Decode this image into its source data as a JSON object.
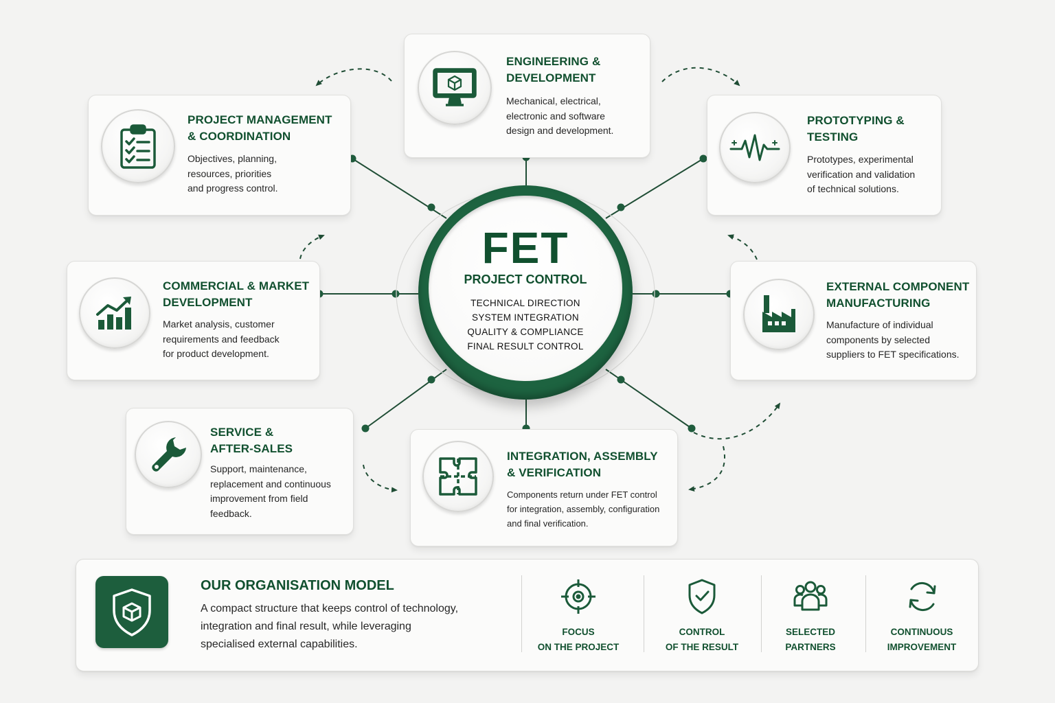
{
  "colors": {
    "accent": "#11502f",
    "hub_ring": "#1d6340",
    "connector": "#1f4d35",
    "background": "#f3f3f2"
  },
  "hub": {
    "title": "FET",
    "subtitle": "PROJECT CONTROL",
    "lines": [
      "TECHNICAL DIRECTION",
      "SYSTEM INTEGRATION",
      "QUALITY & COMPLIANCE",
      "FINAL RESULT CONTROL"
    ]
  },
  "cards": {
    "project_management": {
      "icon": "clipboard-checklist-icon",
      "title_lines": [
        "PROJECT MANAGEMENT",
        "& COORDINATION"
      ],
      "desc_lines": [
        "Objectives, planning,",
        "resources, priorities",
        "and progress control."
      ]
    },
    "engineering": {
      "icon": "monitor-cube-icon",
      "title_lines": [
        "ENGINEERING &",
        "DEVELOPMENT"
      ],
      "desc_lines": [
        "Mechanical, electrical,",
        "electronic and software",
        "design and development."
      ]
    },
    "prototyping": {
      "icon": "pulse-waveform-icon",
      "title_lines": [
        "PROTOTYPING &",
        "TESTING"
      ],
      "desc_lines": [
        "Prototypes, experimental",
        "verification and validation",
        "of technical solutions."
      ]
    },
    "commercial": {
      "icon": "growth-chart-icon",
      "title_lines": [
        "COMMERCIAL & MARKET",
        "DEVELOPMENT"
      ],
      "desc_lines": [
        "Market analysis, customer",
        "requirements and feedback",
        "for product development."
      ]
    },
    "external_manufacturing": {
      "icon": "factory-icon",
      "title_lines": [
        "EXTERNAL COMPONENT",
        "MANUFACTURING"
      ],
      "desc_lines": [
        "Manufacture of individual",
        "components by selected",
        "suppliers to FET specifications."
      ]
    },
    "service": {
      "icon": "wrench-icon",
      "title_lines": [
        "SERVICE &",
        "AFTER-SALES"
      ],
      "desc_lines": [
        "Support, maintenance,",
        "replacement and continuous",
        "improvement from field",
        "feedback."
      ]
    },
    "integration": {
      "icon": "puzzle-pieces-icon",
      "title_lines": [
        "INTEGRATION, ASSEMBLY",
        "& VERIFICATION"
      ],
      "desc_lines": [
        "Components return under FET control",
        "for integration, assembly, configuration",
        "and final verification."
      ]
    }
  },
  "organisation": {
    "icon": "shield-cube-icon",
    "title": "OUR ORGANISATION MODEL",
    "desc_lines": [
      "A compact structure that keeps control of technology,",
      "integration and final result, while leveraging",
      "specialised external capabilities."
    ],
    "values": [
      {
        "icon": "target-crosshair-icon",
        "label_lines": [
          "FOCUS",
          "ON THE PROJECT"
        ]
      },
      {
        "icon": "shield-check-icon",
        "label_lines": [
          "CONTROL",
          "OF THE RESULT"
        ]
      },
      {
        "icon": "people-group-icon",
        "label_lines": [
          "SELECTED",
          "PARTNERS"
        ]
      },
      {
        "icon": "refresh-cycle-icon",
        "label_lines": [
          "CONTINUOUS",
          "IMPROVEMENT"
        ]
      }
    ]
  }
}
